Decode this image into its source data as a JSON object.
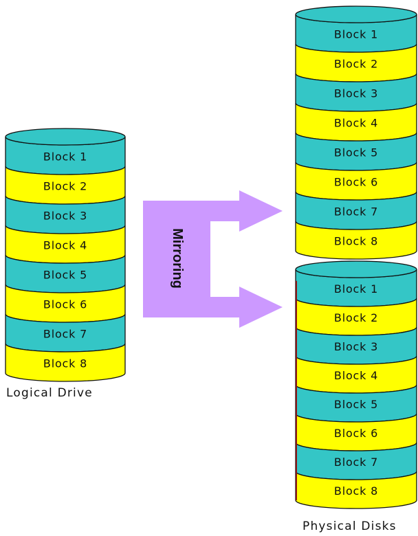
{
  "colors": {
    "teal": "#34c6c6",
    "yellow": "#ffff00",
    "outline": "#111111",
    "arrow": "#cc99ff",
    "disk_edge_accent": "#8a1515"
  },
  "arrow_label": "Mirroring",
  "logical_drive": {
    "caption": "Logical Drive",
    "blocks": [
      "Block 1",
      "Block 2",
      "Block 3",
      "Block 4",
      "Block 5",
      "Block 6",
      "Block 7",
      "Block 8"
    ]
  },
  "physical_disks": {
    "caption": "Physical Disks",
    "disks": [
      {
        "blocks": [
          "Block 1",
          "Block 2",
          "Block 3",
          "Block 4",
          "Block 5",
          "Block 6",
          "Block 7",
          "Block 8"
        ]
      },
      {
        "blocks": [
          "Block 1",
          "Block 2",
          "Block 3",
          "Block 4",
          "Block 5",
          "Block 6",
          "Block 7",
          "Block 8"
        ]
      }
    ]
  }
}
